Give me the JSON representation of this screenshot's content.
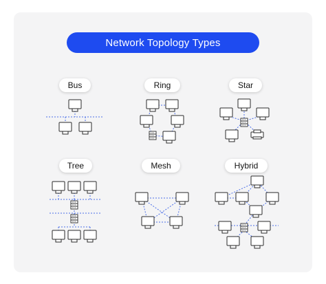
{
  "title": "Network Topology Types",
  "topologies": [
    {
      "label": "Bus"
    },
    {
      "label": "Ring"
    },
    {
      "label": "Star"
    },
    {
      "label": "Tree"
    },
    {
      "label": "Mesh"
    },
    {
      "label": "Hybrid"
    }
  ],
  "colors": {
    "title_bg": "#1e4bf0",
    "card_bg": "#f4f4f5",
    "link": "#4a6ee8",
    "device_stroke": "#2a2a2a"
  },
  "icons": [
    "computer-icon",
    "hub-icon",
    "printer-icon"
  ]
}
